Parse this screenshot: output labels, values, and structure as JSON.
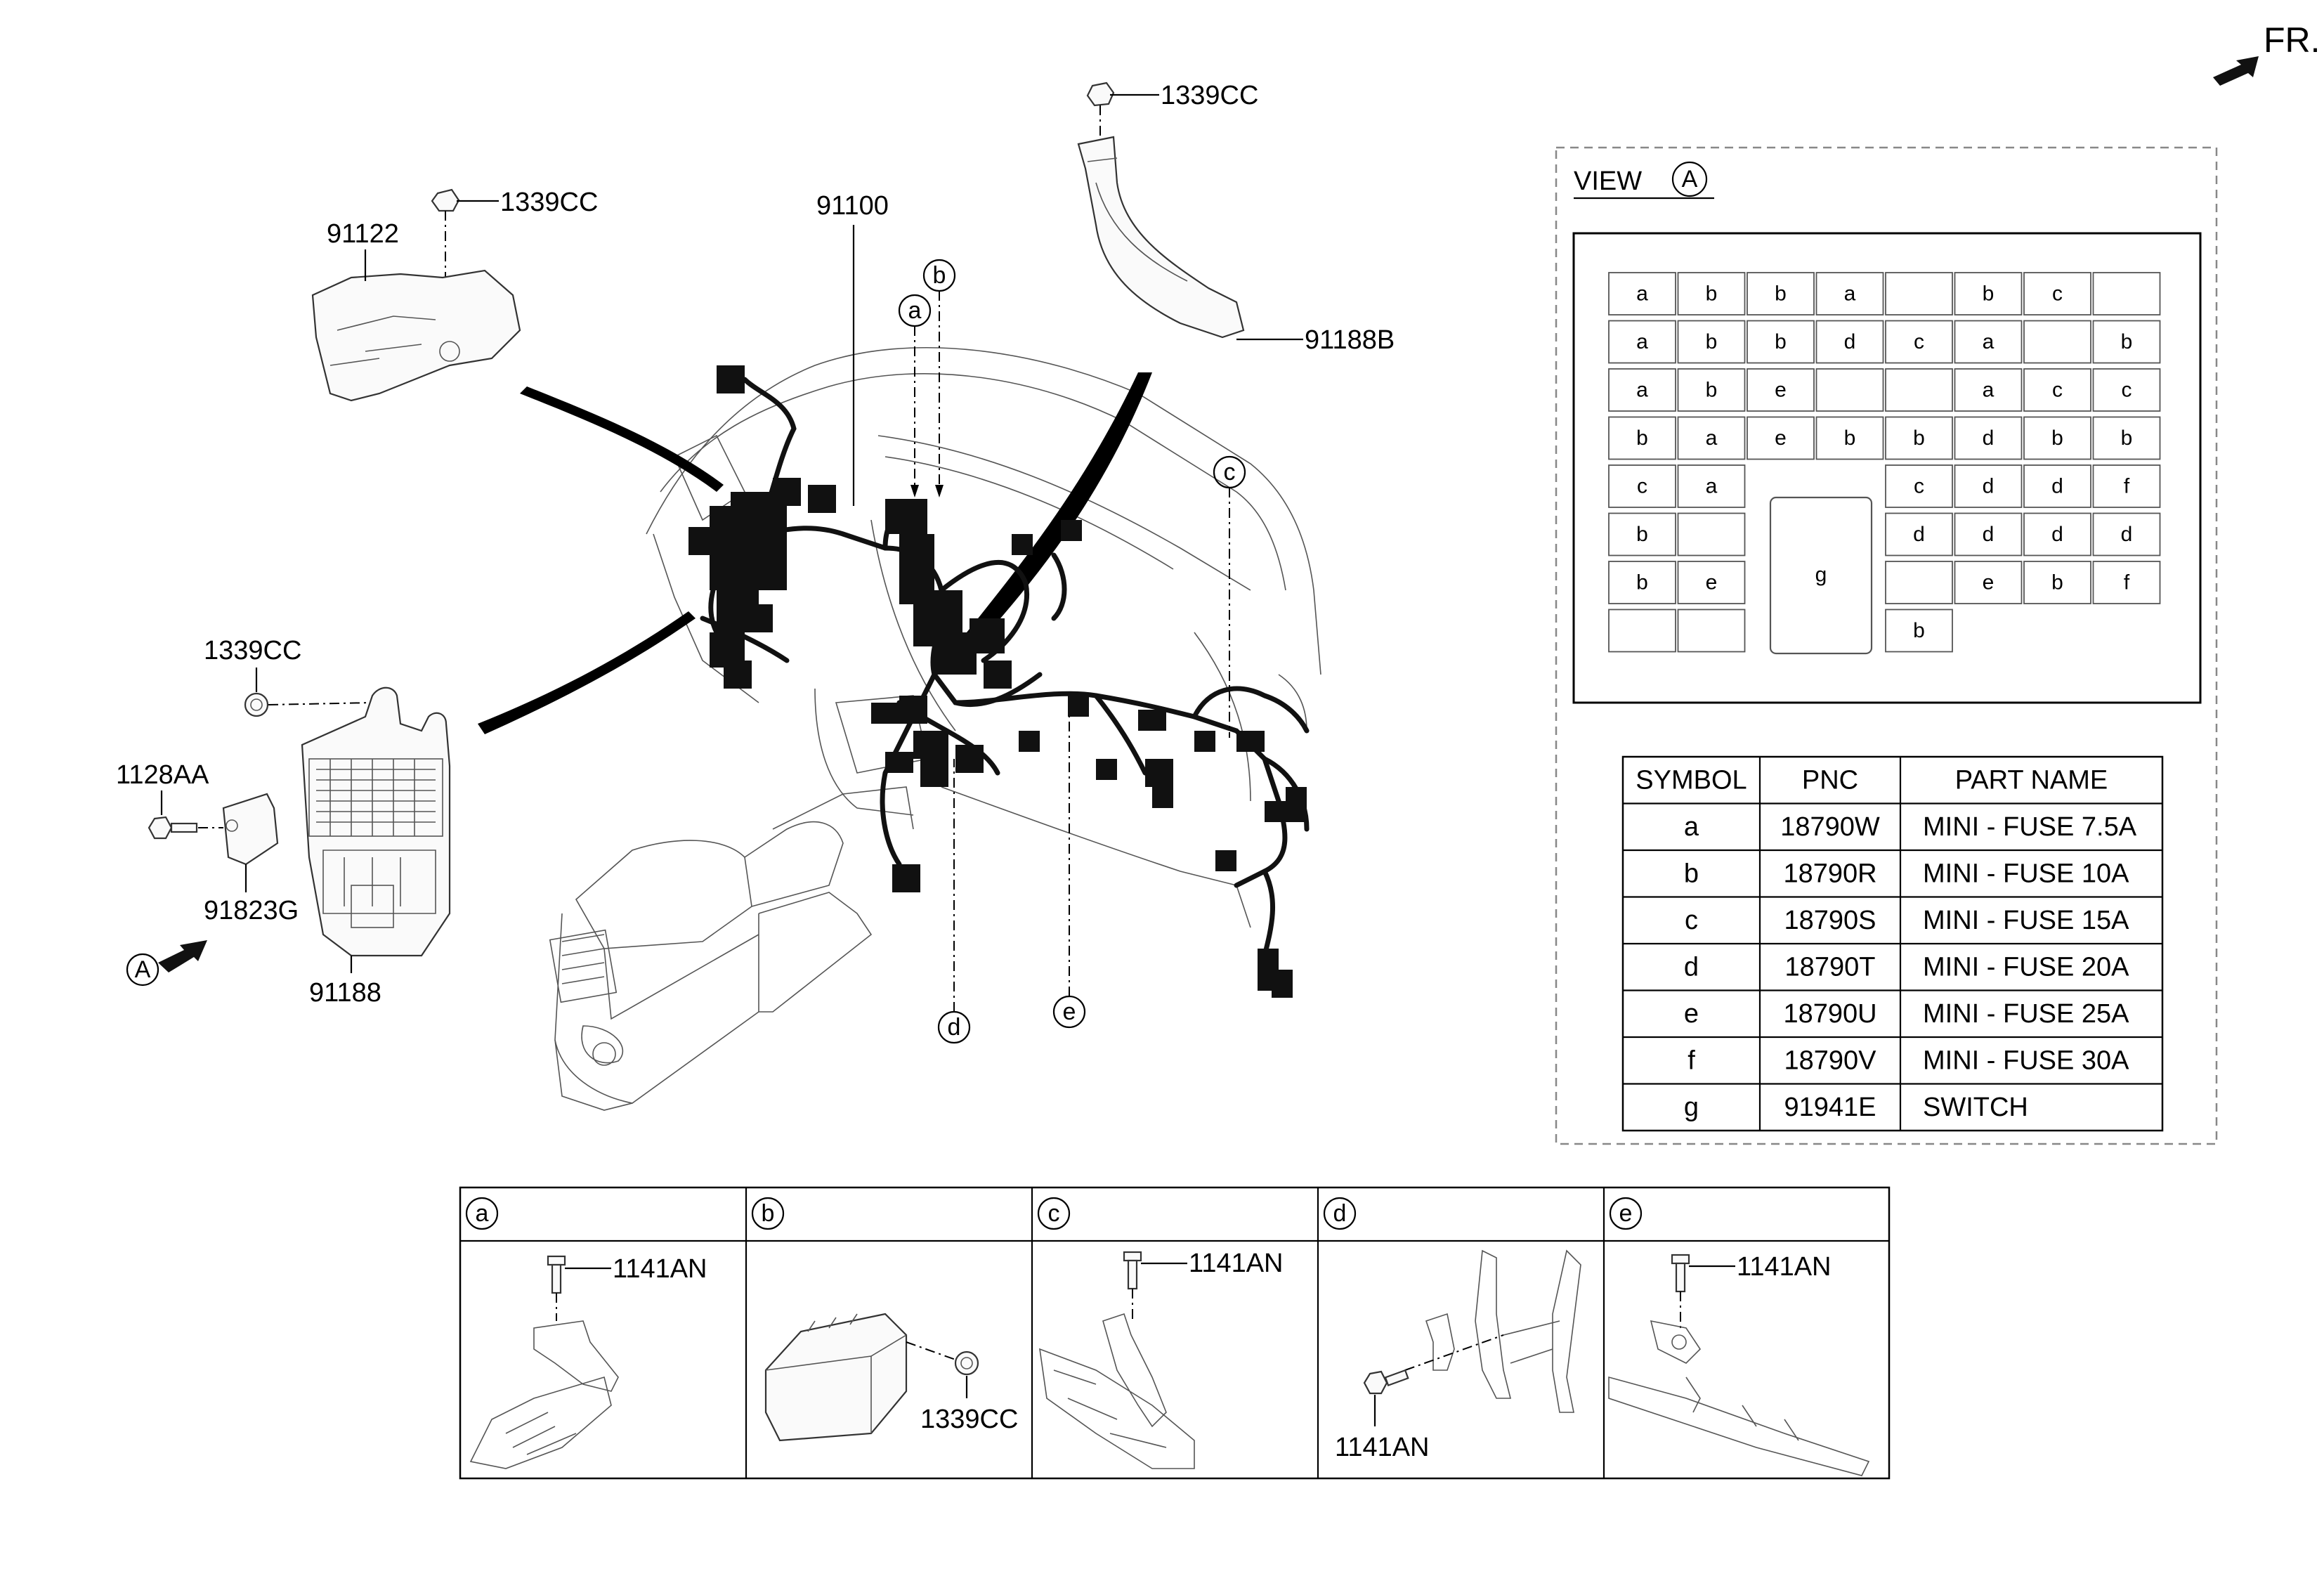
{
  "direction_label": "FR.",
  "view": {
    "label": "VIEW",
    "marker": "A"
  },
  "part_labels": [
    {
      "id": "top_nut",
      "text": "1339CC"
    },
    {
      "id": "duct",
      "text": "91188B"
    },
    {
      "id": "bracket_nut",
      "text": "1339CC"
    },
    {
      "id": "bracket",
      "text": "91122"
    },
    {
      "id": "main_harness",
      "text": "91100"
    },
    {
      "id": "jb_nut",
      "text": "1339CC"
    },
    {
      "id": "jb_bolt",
      "text": "1128AA"
    },
    {
      "id": "jb_cover",
      "text": "91823G"
    },
    {
      "id": "junction_box",
      "text": "91188"
    }
  ],
  "callouts": [
    "a",
    "b",
    "c",
    "d",
    "e"
  ],
  "view_arrow_marker": "A",
  "fuse_grid": {
    "rows": [
      [
        "a",
        "b",
        "b",
        "a",
        "",
        "b",
        "c",
        ""
      ],
      [
        "a",
        "b",
        "b",
        "d",
        "c",
        "a",
        "",
        "b"
      ],
      [
        "a",
        "b",
        "e",
        "",
        "",
        "a",
        "c",
        "c"
      ],
      [
        "b",
        "a",
        "e",
        "b",
        "b",
        "d",
        "b",
        "b"
      ],
      [
        "c",
        "a",
        null,
        null,
        "c",
        "d",
        "d",
        "f"
      ],
      [
        "b",
        "",
        null,
        null,
        "d",
        "d",
        "d",
        "d"
      ],
      [
        "b",
        "e",
        null,
        null,
        "",
        "e",
        "b",
        "f"
      ],
      [
        "",
        "",
        null,
        null,
        "b",
        null,
        null,
        null
      ]
    ],
    "switch_symbol": "g"
  },
  "legend": {
    "headers": [
      "SYMBOL",
      "PNC",
      "PART NAME"
    ],
    "rows": [
      {
        "symbol": "a",
        "pnc": "18790W",
        "name": "MINI - FUSE 7.5A"
      },
      {
        "symbol": "b",
        "pnc": "18790R",
        "name": "MINI - FUSE 10A"
      },
      {
        "symbol": "c",
        "pnc": "18790S",
        "name": "MINI - FUSE 15A"
      },
      {
        "symbol": "d",
        "pnc": "18790T",
        "name": "MINI - FUSE 20A"
      },
      {
        "symbol": "e",
        "pnc": "18790U",
        "name": "MINI - FUSE 25A"
      },
      {
        "symbol": "f",
        "pnc": "18790V",
        "name": "MINI - FUSE 30A"
      },
      {
        "symbol": "g",
        "pnc": "91941E",
        "name": "SWITCH"
      }
    ]
  },
  "detail_panels": [
    {
      "symbol": "a",
      "part": "1141AN"
    },
    {
      "symbol": "b",
      "part": "1339CC"
    },
    {
      "symbol": "c",
      "part": "1141AN"
    },
    {
      "symbol": "d",
      "part": "1141AN"
    },
    {
      "symbol": "e",
      "part": "1141AN"
    }
  ]
}
